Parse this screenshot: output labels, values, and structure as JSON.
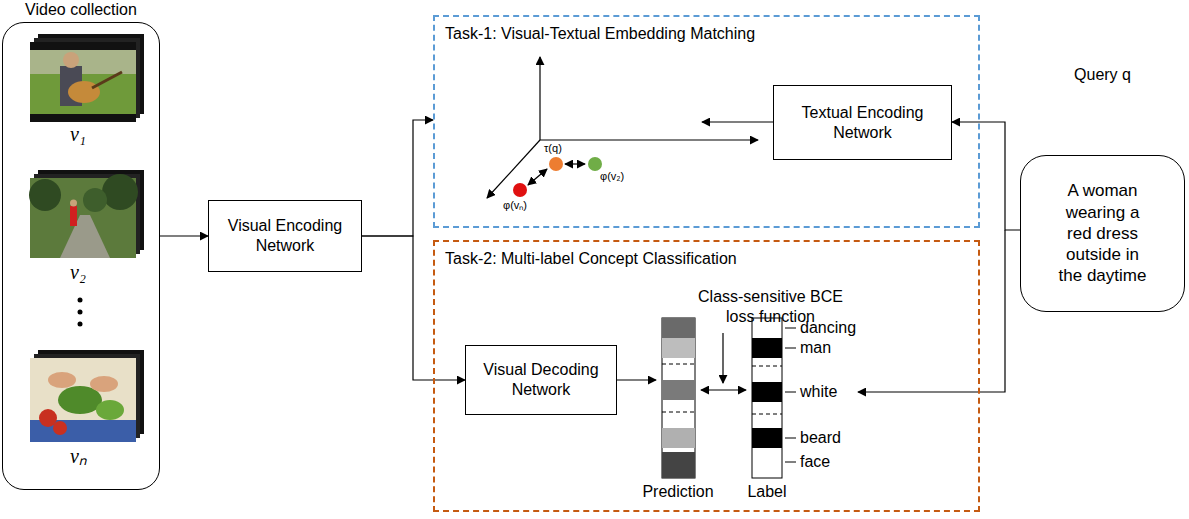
{
  "diagram": {
    "nodes": [
      {
        "text": [
          "Video collection"
        ]
      },
      {
        "text": [
          "Visual Encoding Network"
        ]
      },
      {
        "text": [
          "Task-1: Visual-Textual Embedding Matching"
        ]
      },
      {
        "text": [
          "Textual Encoding Network"
        ],
        "in": 2
      },
      {
        "text": [
          "Task-2: Multi-label Concept Classification"
        ]
      },
      {
        "text": [
          "Visual Decoding Network"
        ],
        "in": 4
      },
      {
        "text": [
          "Query q",
          "A woman wearing a red dress outside in the daytime"
        ]
      }
    ],
    "edges": [
      {
        "from": 0,
        "to": 1,
        "arrow": "to"
      },
      {
        "from": 1,
        "to": 2,
        "arrow": "to"
      },
      {
        "from": 1,
        "to": 5,
        "arrow": "to"
      },
      {
        "from": 6,
        "to": 3,
        "arrow": "to"
      }
    ],
    "labels": [
      "v₁",
      "v₂",
      "vₙ",
      "τ(q)",
      "φ(v₂)",
      "φ(vₙ)",
      "Class-sensitive BCE loss function",
      "Prediction",
      "Label",
      "dancing",
      "man",
      "white",
      "beard",
      "face"
    ]
  }
}
